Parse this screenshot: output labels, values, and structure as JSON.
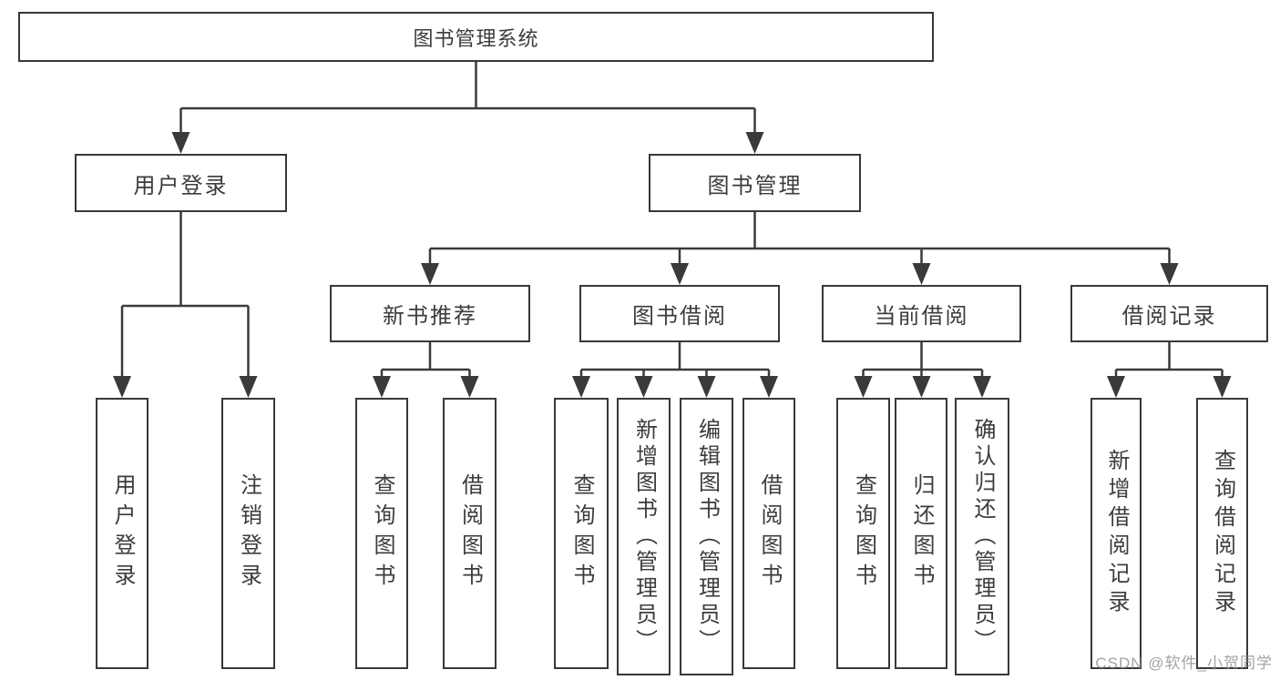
{
  "diagram": {
    "root": {
      "label": "图书管理系统"
    },
    "level2": [
      {
        "id": "user-login",
        "label": "用户登录"
      },
      {
        "id": "book-management",
        "label": "图书管理"
      }
    ],
    "level3": [
      {
        "id": "new-book-recommend",
        "label": "新书推荐"
      },
      {
        "id": "book-borrowing",
        "label": "图书借阅"
      },
      {
        "id": "current-borrowing",
        "label": "当前借阅"
      },
      {
        "id": "borrowing-records",
        "label": "借阅记录"
      }
    ],
    "leaves": [
      {
        "id": "leaf-user-login",
        "label": "用户登录"
      },
      {
        "id": "leaf-logout",
        "label": "注销登录"
      },
      {
        "id": "leaf-query-books-recommend",
        "label": "查询图书"
      },
      {
        "id": "leaf-borrow-books-recommend",
        "label": "借阅图书"
      },
      {
        "id": "leaf-query-books-borrowing",
        "label": "查询图书"
      },
      {
        "id": "leaf-add-books-admin",
        "label": "新增图书（管理员）"
      },
      {
        "id": "leaf-edit-books-admin",
        "label": "编辑图书（管理员）"
      },
      {
        "id": "leaf-borrow-books-borrowing",
        "label": "借阅图书"
      },
      {
        "id": "leaf-query-books-current",
        "label": "查询图书"
      },
      {
        "id": "leaf-return-books",
        "label": "归还图书"
      },
      {
        "id": "leaf-confirm-return-admin",
        "label": "确认归还（管理员）"
      },
      {
        "id": "leaf-add-borrow-record",
        "label": "新增借阅记录"
      },
      {
        "id": "leaf-query-borrow-record",
        "label": "查询借阅记录"
      }
    ],
    "watermark": "CSDN @软件_小贺同学"
  }
}
